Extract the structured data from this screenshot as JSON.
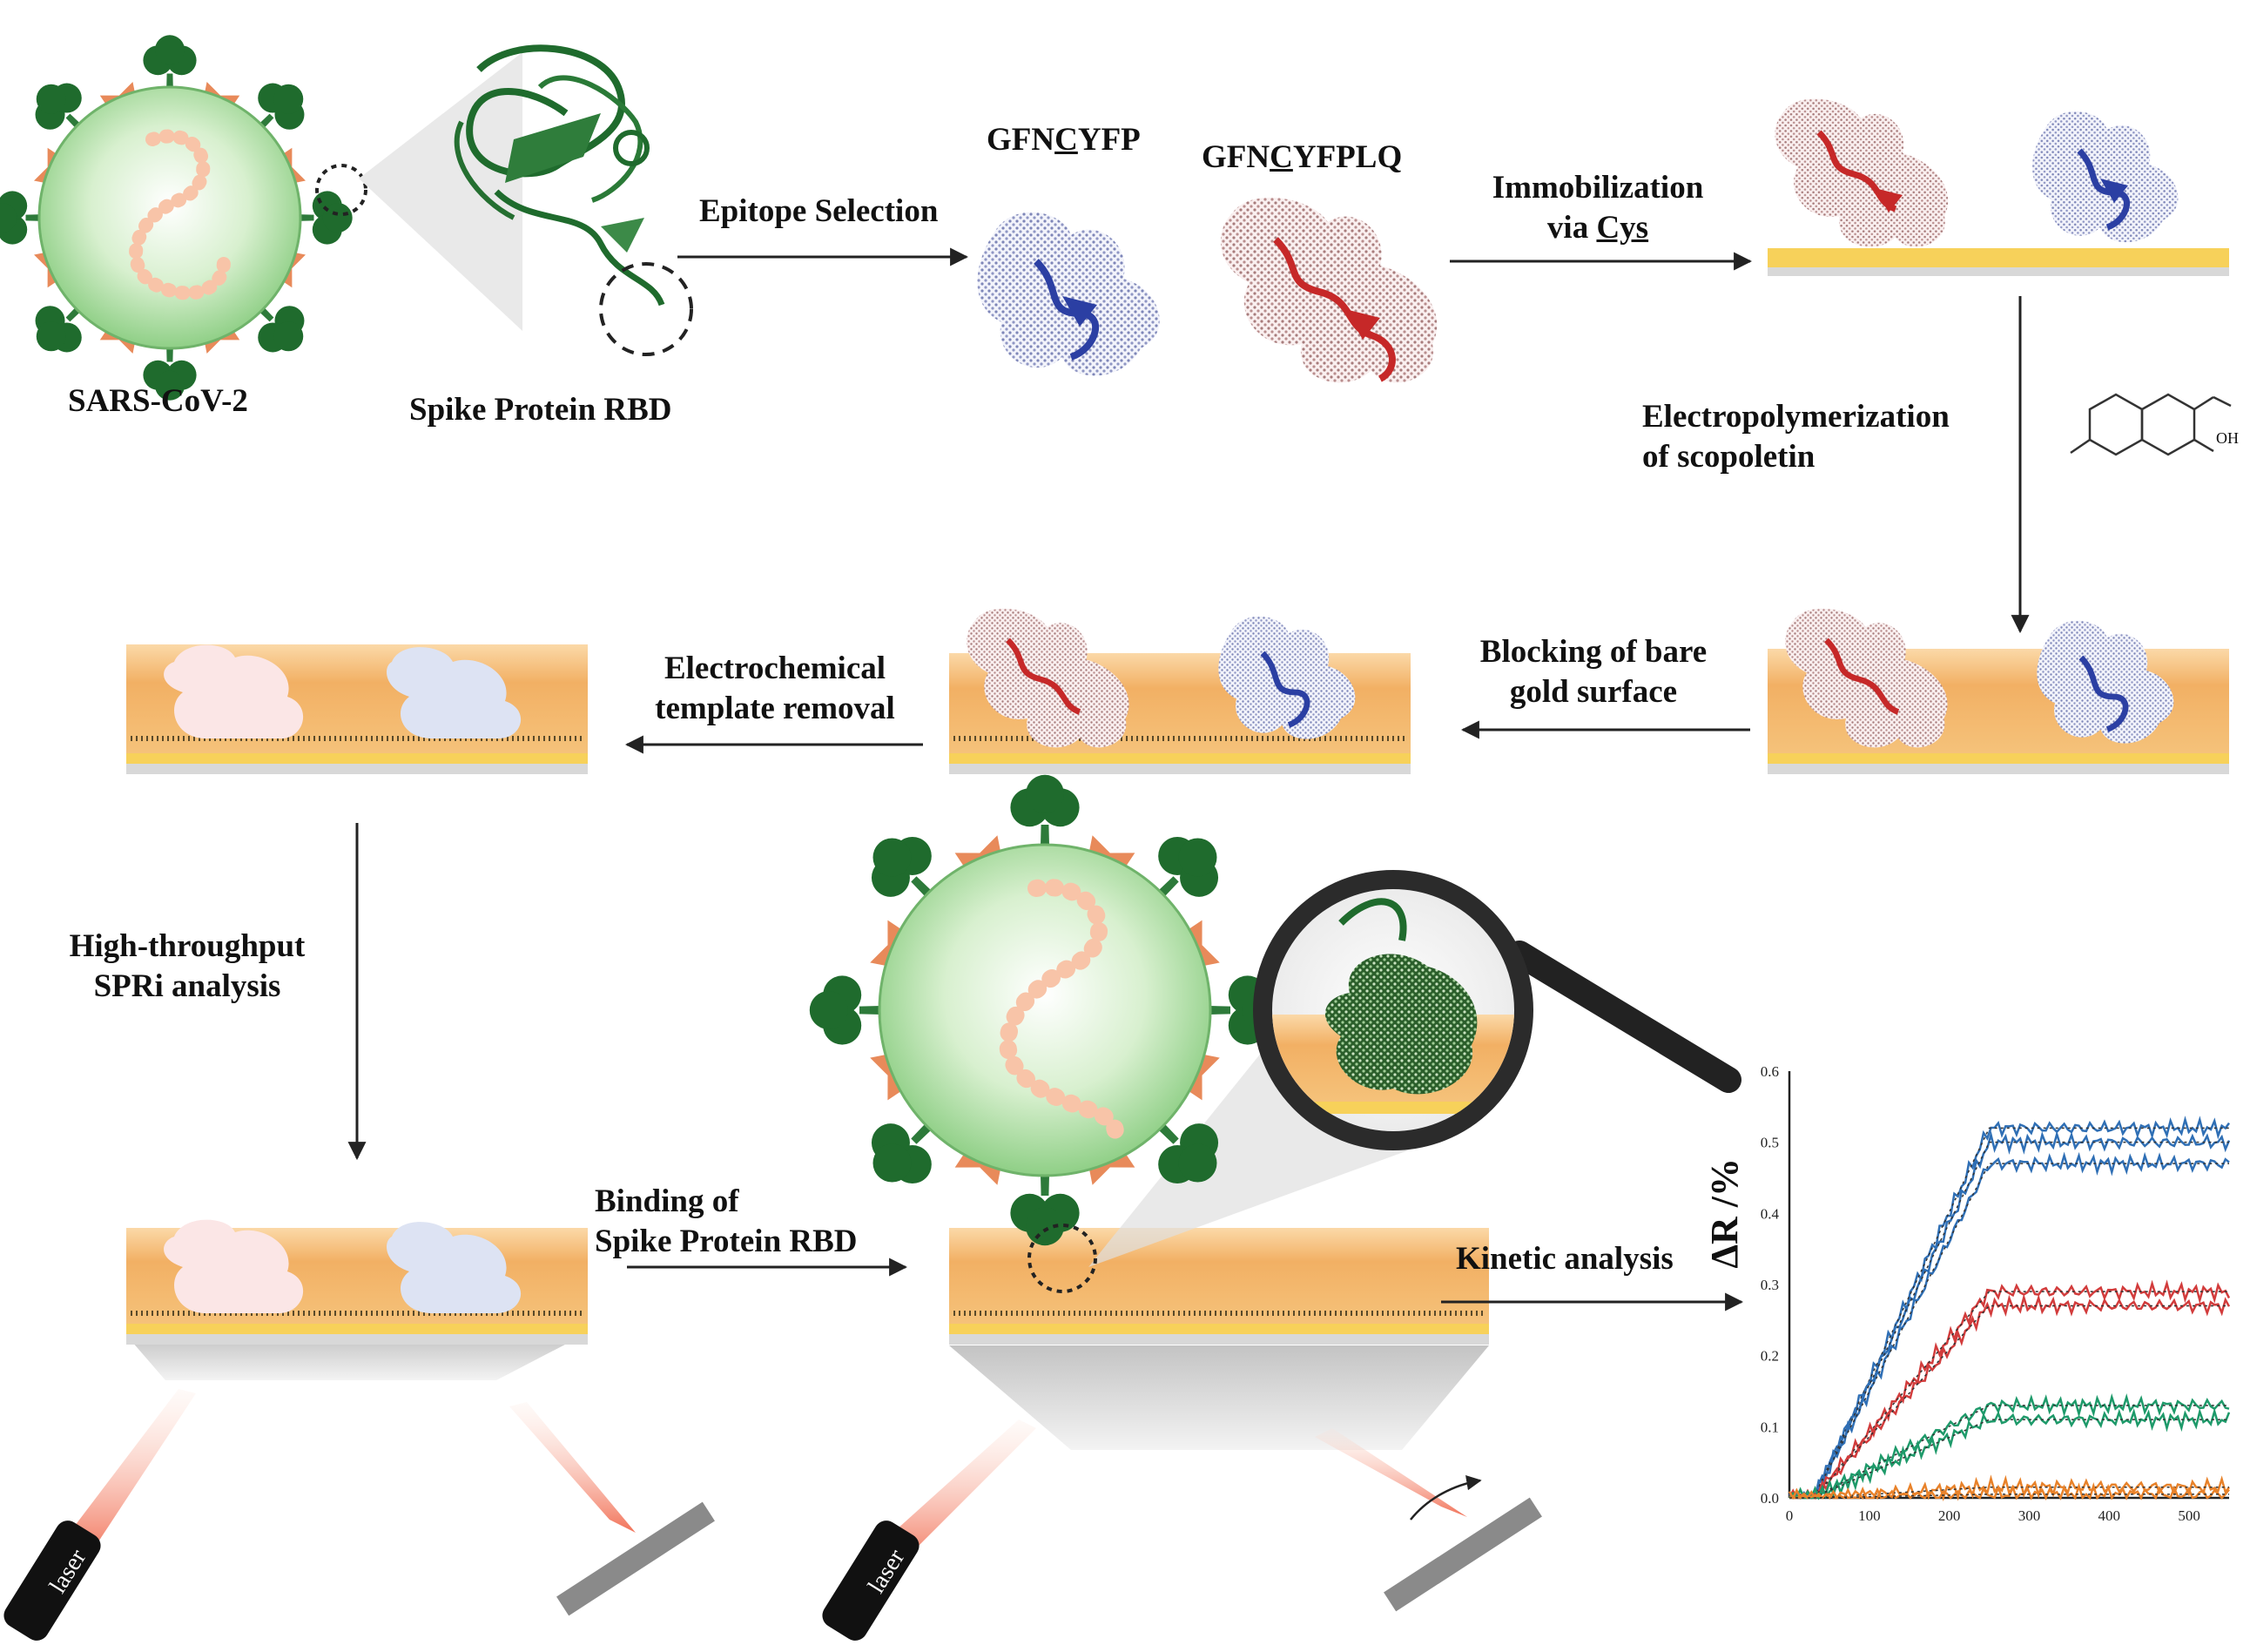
{
  "labels": {
    "sars": "SARS-CoV-2",
    "rbd": "Spike Protein RBD",
    "epitope_selection": "Epitope Selection",
    "epitope1_pre": "GFN",
    "epitope1_cys": "C",
    "epitope1_post": "YFP",
    "epitope2_pre": "GFN",
    "epitope2_cys": "C",
    "epitope2_post": "YFPLQ",
    "immob_line1": "Immobilization",
    "immob_via": "via ",
    "immob_cys": "Cys",
    "electropoly_line1": "Electropolymerization",
    "electropoly_line2": "of scopoletin",
    "oh": "OH",
    "blocking_line1": "Blocking of bare",
    "blocking_line2": "gold surface",
    "template_line1": "Electrochemical",
    "template_line2": "template removal",
    "spri_line1": "High-throughput",
    "spri_line2": "SPRi analysis",
    "binding_line1": "Binding of",
    "binding_line2": "Spike Protein RBD",
    "kinetic": "Kinetic analysis",
    "laser": "laser"
  },
  "colors": {
    "virus_green": "#2d7a3a",
    "spike_dark": "#1f6b2d",
    "virus_core": "#b8e3b0",
    "spike_orange": "#e88a5a",
    "gold": "#f7d15a",
    "polymer": "#f2b46a",
    "epitope_blue": "#2b3fa3",
    "epitope_red": "#c62828"
  },
  "chart_data": {
    "type": "line",
    "title": "",
    "xlabel": "",
    "ylabel": "ΔR /%",
    "xlim": [
      0,
      550
    ],
    "ylim": [
      0,
      0.6
    ],
    "xticks": [
      0,
      100,
      200,
      300,
      400,
      500
    ],
    "yticks": [
      "0.0",
      "0.1",
      "0.2",
      "0.3",
      "0.4",
      "0.5",
      "0.6"
    ],
    "series": [
      {
        "color": "#2f6fb5",
        "x": [
          0,
          30,
          250,
          550
        ],
        "y": [
          0,
          0,
          0.52,
          0.52
        ]
      },
      {
        "color": "#2f6fb5",
        "x": [
          0,
          30,
          250,
          550
        ],
        "y": [
          0,
          0,
          0.5,
          0.5
        ]
      },
      {
        "color": "#2f6fb5",
        "x": [
          0,
          30,
          250,
          550
        ],
        "y": [
          0,
          0,
          0.47,
          0.47
        ]
      },
      {
        "color": "#d23c3c",
        "x": [
          0,
          30,
          250,
          550
        ],
        "y": [
          0,
          0,
          0.29,
          0.29
        ]
      },
      {
        "color": "#d23c3c",
        "x": [
          0,
          30,
          250,
          550
        ],
        "y": [
          0,
          0,
          0.27,
          0.27
        ]
      },
      {
        "color": "#1e9a6a",
        "x": [
          0,
          30,
          250,
          550
        ],
        "y": [
          0,
          0,
          0.13,
          0.13
        ]
      },
      {
        "color": "#1e9a6a",
        "x": [
          0,
          30,
          250,
          550
        ],
        "y": [
          0,
          0,
          0.11,
          0.11
        ]
      },
      {
        "color": "#e8822a",
        "x": [
          0,
          30,
          250,
          550
        ],
        "y": [
          0,
          0,
          0.015,
          0.015
        ]
      },
      {
        "color": "#e8822a",
        "x": [
          0,
          30,
          250,
          550
        ],
        "y": [
          0,
          0,
          0.005,
          0.005
        ]
      }
    ]
  }
}
